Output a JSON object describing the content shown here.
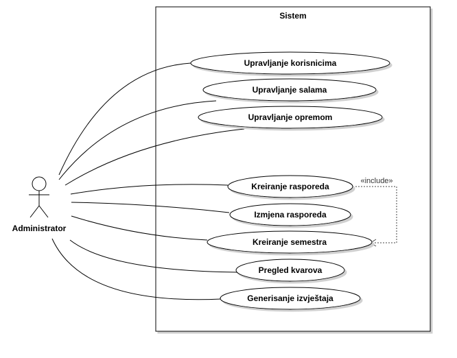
{
  "system": {
    "title": "Sistem"
  },
  "actor": {
    "label": "Administrator"
  },
  "use_cases": [
    {
      "id": "uc1",
      "label": "Upravljanje korisnicima"
    },
    {
      "id": "uc2",
      "label": "Upravljanje salama"
    },
    {
      "id": "uc3",
      "label": "Upravljanje opremom"
    },
    {
      "id": "uc4",
      "label": "Kreiranje rasporeda"
    },
    {
      "id": "uc5",
      "label": "Izmjena rasporeda"
    },
    {
      "id": "uc6",
      "label": "Kreiranje semestra"
    },
    {
      "id": "uc7",
      "label": "Pregled kvarova"
    },
    {
      "id": "uc8",
      "label": "Generisanje izvještaja"
    }
  ],
  "include_relation": {
    "label": "«include»",
    "from": "Kreiranje rasporeda",
    "to": "Kreiranje semestra"
  }
}
